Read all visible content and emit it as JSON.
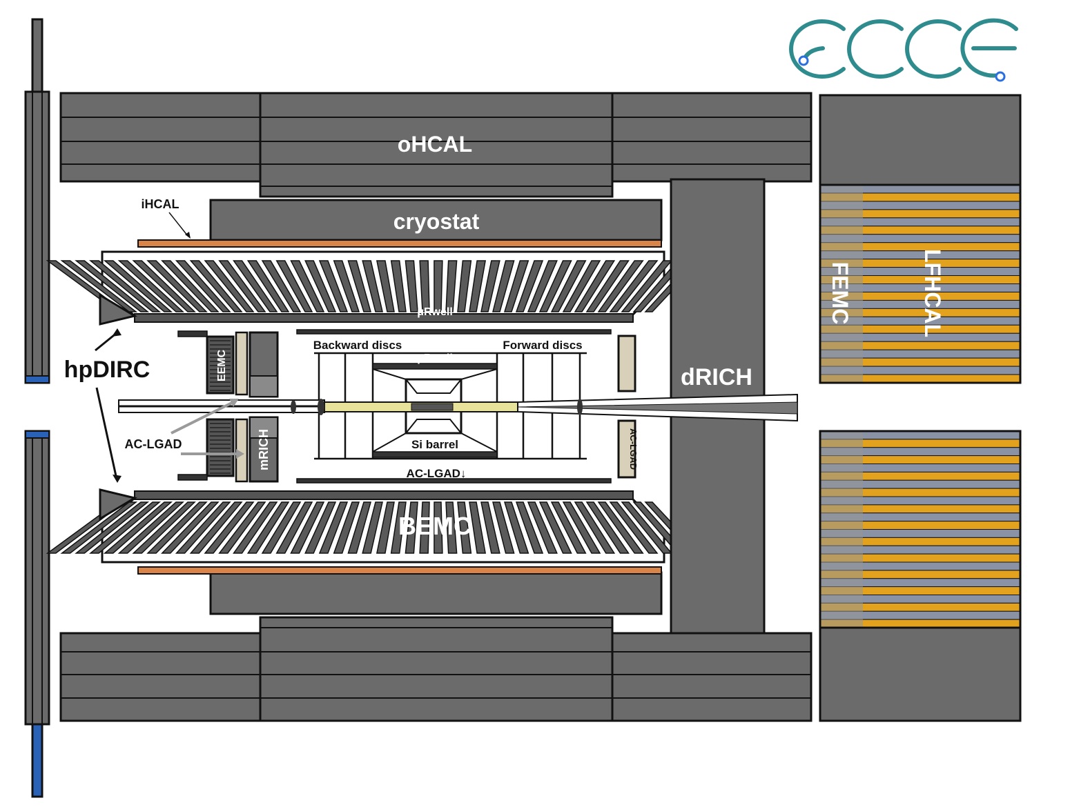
{
  "logo": {
    "text": "ECCE",
    "color": "#2e8b8e",
    "dot_color": "#2a6fe0"
  },
  "colors": {
    "detector_gray": "#6b6b6b",
    "dark_gray": "#4a4a4a",
    "stripe_gray": "#8a93a6",
    "stripe_orange": "#e3a21e",
    "ihcal_orange": "#d9854a",
    "dirc_blue": "#2a62b8",
    "disc_beige": "#d8d0b8",
    "beampipe_yellow": "#e8e39a"
  },
  "labels": {
    "ohcal": "oHCAL",
    "cryostat": "cryostat",
    "ihcal": "iHCAL",
    "urwell_top": "μRwell",
    "urwell_inner": "μRwell",
    "backward_discs": "Backward discs",
    "forward_discs": "Forward discs",
    "hpdirc": "hpDIRC",
    "eemc": "EEMC",
    "mrich": "mRICH",
    "ac_lgad_left": "AC-LGAD",
    "ac_lgad_right": "AC-LGAD",
    "ac_lgad_bottom": "AC-LGAD↓",
    "si_barrel": "Si barrel",
    "drich": "dRICH",
    "bemc": "BEMC",
    "femc": "FEMC",
    "lfhcal": "LFHCAL"
  }
}
